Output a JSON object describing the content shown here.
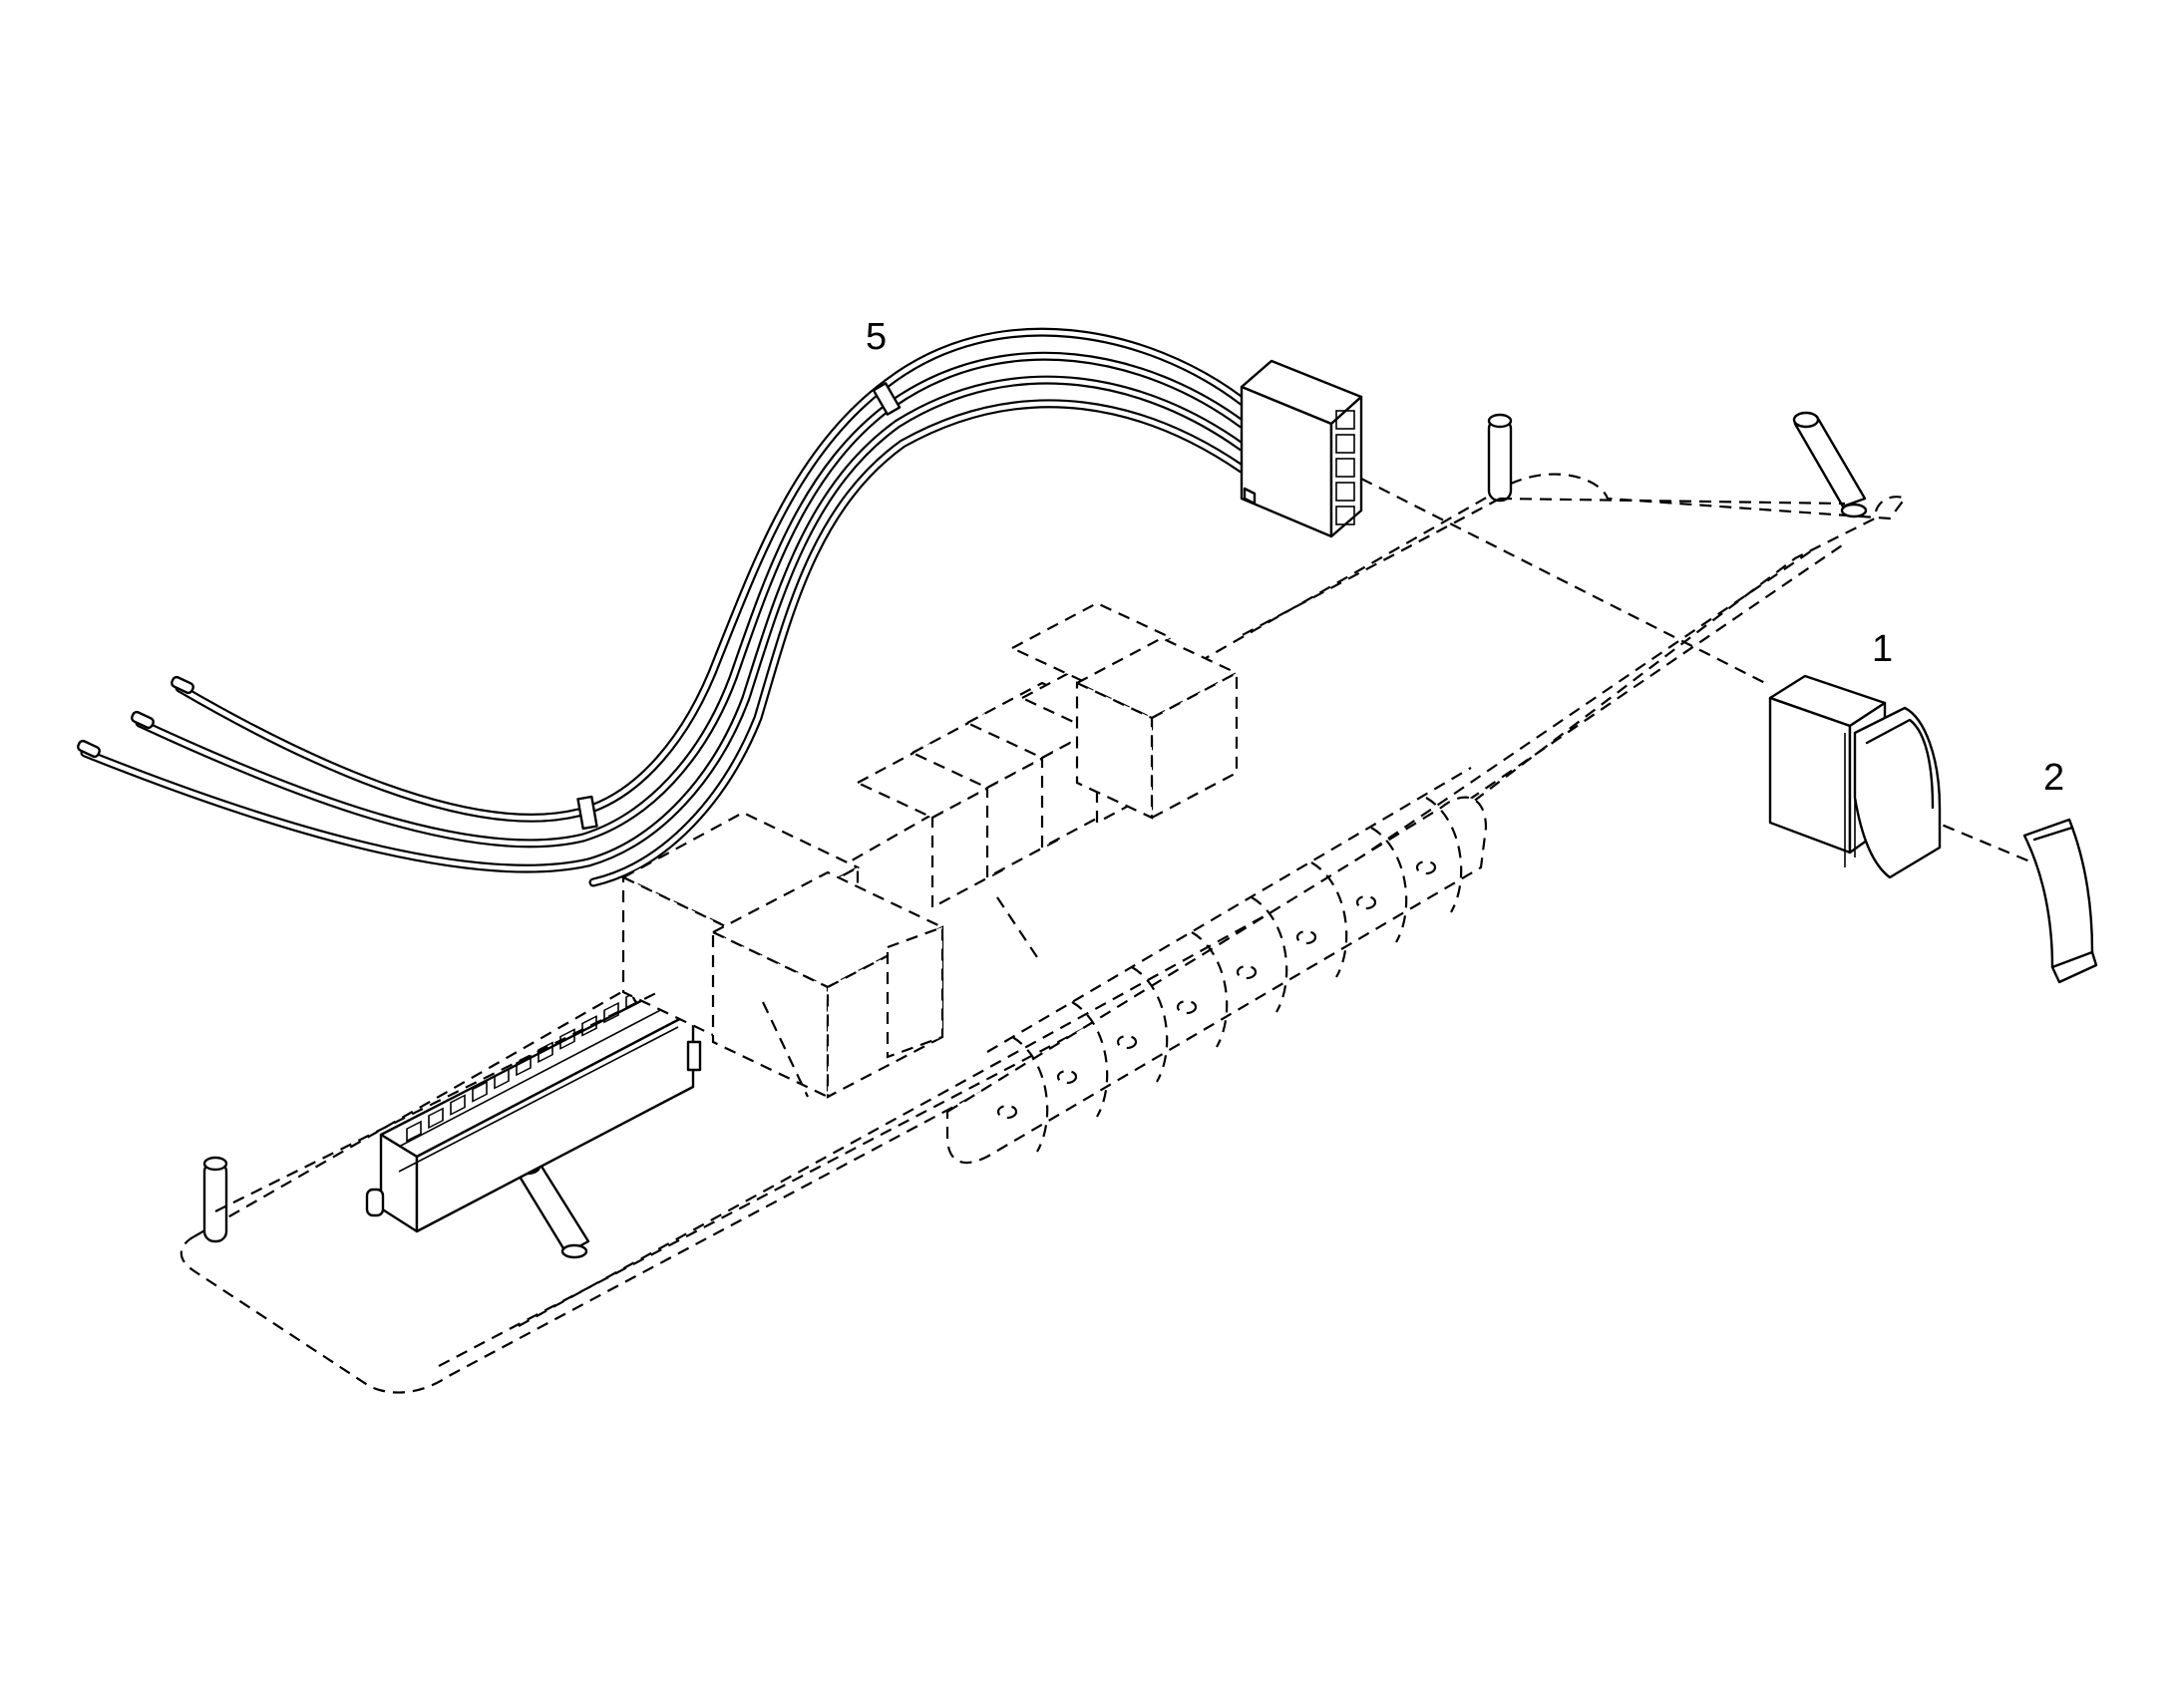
{
  "callouts": [
    {
      "id": "part-1",
      "label": "1"
    },
    {
      "id": "part-2",
      "label": "2"
    },
    {
      "id": "part-5",
      "label": "5"
    }
  ],
  "colors": {
    "line": "#000000",
    "background": "#ffffff"
  }
}
